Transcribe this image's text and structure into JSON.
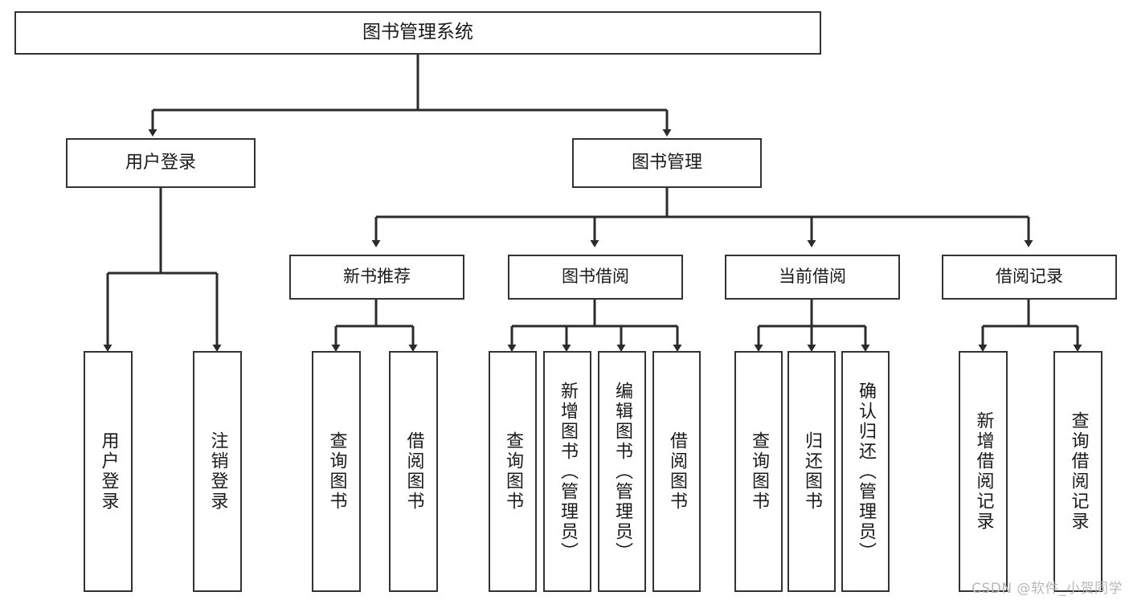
{
  "diagram": {
    "type": "tree",
    "title": "图书管理系统",
    "watermark": "CSDN @软件_小贺同学",
    "colors": {
      "stroke": "#333333",
      "fill": "#ffffff",
      "text": "#1a1a1a",
      "watermark": "#b8b8b8"
    },
    "root": {
      "label": "图书管理系统"
    },
    "level1": [
      {
        "label": "用户登录"
      },
      {
        "label": "图书管理"
      }
    ],
    "level2": [
      {
        "label": "新书推荐"
      },
      {
        "label": "图书借阅"
      },
      {
        "label": "当前借阅"
      },
      {
        "label": "借阅记录"
      }
    ],
    "leaves": {
      "user_login": [
        {
          "label": "用户登录"
        },
        {
          "label": "注销登录"
        }
      ],
      "new_book": [
        {
          "label": "查询图书"
        },
        {
          "label": "借阅图书"
        }
      ],
      "book_borrow": [
        {
          "label": "查询图书"
        },
        {
          "label": "新增图书（管理员）"
        },
        {
          "label": "编辑图书（管理员）"
        },
        {
          "label": "借阅图书"
        }
      ],
      "current_borrow": [
        {
          "label": "查询图书"
        },
        {
          "label": "归还图书"
        },
        {
          "label": "确认归还（管理员）"
        }
      ],
      "borrow_record": [
        {
          "label": "新增借阅记录"
        },
        {
          "label": "查询借阅记录"
        }
      ]
    }
  }
}
